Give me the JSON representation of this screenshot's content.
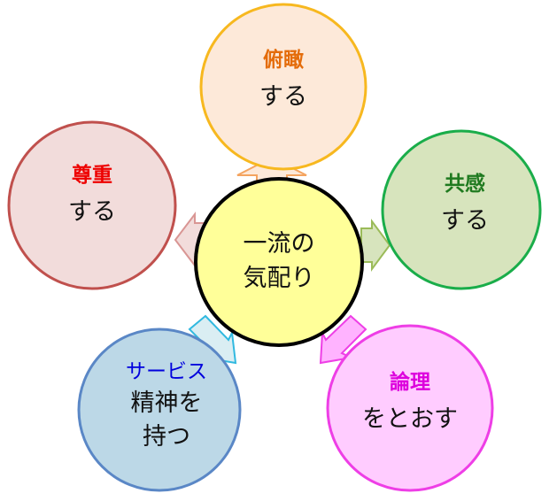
{
  "center": {
    "line1": "一流の",
    "line2": "気配り"
  },
  "nodes": {
    "top": {
      "keyword": "俯瞰",
      "sub": "する"
    },
    "right": {
      "keyword": "共感",
      "sub": "する"
    },
    "bottom_right": {
      "keyword": "論理",
      "sub": "をとおす"
    },
    "bottom_left": {
      "keyword": "サービス",
      "sub1": "精神を",
      "sub2": "持つ"
    },
    "left": {
      "keyword": "尊重",
      "sub": "する"
    }
  },
  "colors": {
    "center_fill": "#ffff99",
    "center_stroke": "#000000",
    "top_fill": "#fde9d9",
    "top_stroke": "#f7b81f",
    "top_text": "#e46c0a",
    "right_fill": "#d7e4bd",
    "right_stroke": "#1aad4a",
    "right_text": "#1f7a1f",
    "bottom_right_fill": "#ffccff",
    "bottom_right_stroke": "#ee3ee6",
    "bottom_right_text": "#dd00dd",
    "bottom_left_fill": "#bcd8e7",
    "bottom_left_stroke": "#5a87c6",
    "bottom_left_text": "#0000dd",
    "left_fill": "#f2dcdb",
    "left_stroke": "#c0504d",
    "left_text": "#ee0000"
  }
}
